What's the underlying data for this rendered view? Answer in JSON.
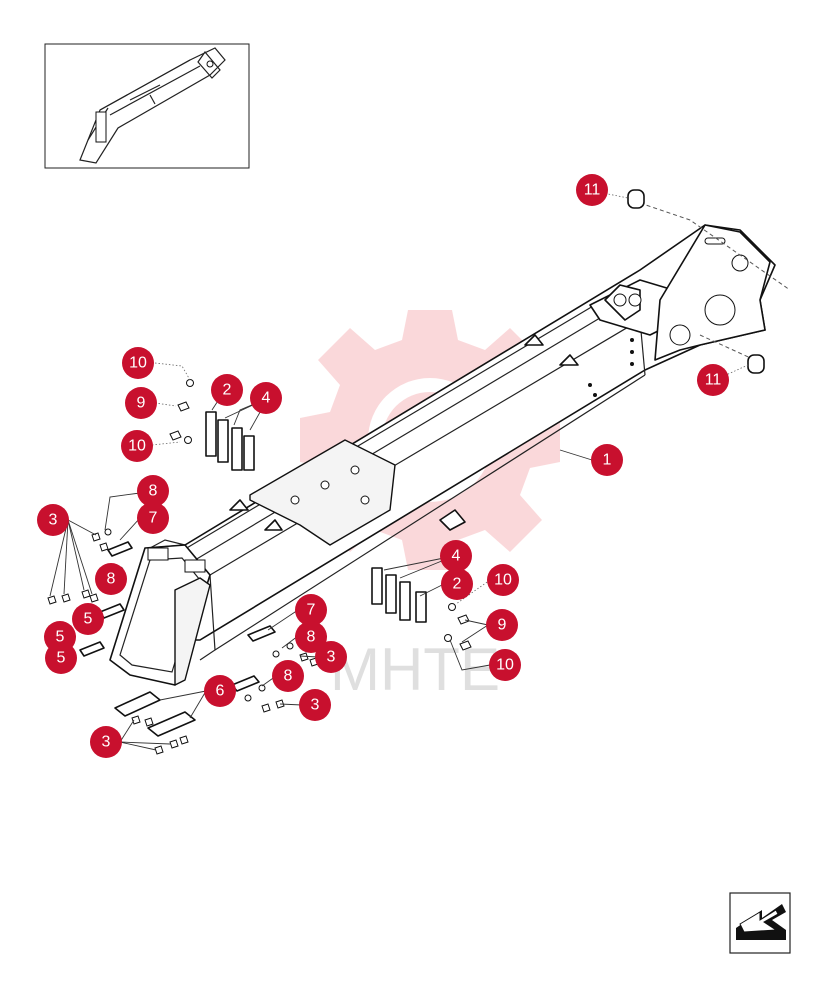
{
  "watermark": {
    "text": "MHTE",
    "color": "#e8303a"
  },
  "colors": {
    "callout": "#c8102e",
    "linework": "#111111"
  },
  "callouts": [
    {
      "id": "c1",
      "label": "1"
    },
    {
      "id": "c2a",
      "label": "2"
    },
    {
      "id": "c2b",
      "label": "2"
    },
    {
      "id": "c3a",
      "label": "3"
    },
    {
      "id": "c3b",
      "label": "3"
    },
    {
      "id": "c3c",
      "label": "3"
    },
    {
      "id": "c3d",
      "label": "3"
    },
    {
      "id": "c4a",
      "label": "4"
    },
    {
      "id": "c4b",
      "label": "4"
    },
    {
      "id": "c5a",
      "label": "5"
    },
    {
      "id": "c5b",
      "label": "5"
    },
    {
      "id": "c5c",
      "label": "5"
    },
    {
      "id": "c6",
      "label": "6"
    },
    {
      "id": "c7a",
      "label": "7"
    },
    {
      "id": "c7b",
      "label": "7"
    },
    {
      "id": "c8a",
      "label": "8"
    },
    {
      "id": "c8b",
      "label": "8"
    },
    {
      "id": "c8c",
      "label": "8"
    },
    {
      "id": "c8d",
      "label": "8"
    },
    {
      "id": "c9a",
      "label": "9"
    },
    {
      "id": "c9b",
      "label": "9"
    },
    {
      "id": "c10a",
      "label": "10"
    },
    {
      "id": "c10b",
      "label": "10"
    },
    {
      "id": "c10c",
      "label": "10"
    },
    {
      "id": "c10d",
      "label": "10"
    },
    {
      "id": "c11a",
      "label": "11"
    },
    {
      "id": "c11b",
      "label": "11"
    }
  ],
  "icons": {
    "thumbnail": "boom-overview-thumbnail",
    "nav": "next-page-arrow-icon"
  }
}
